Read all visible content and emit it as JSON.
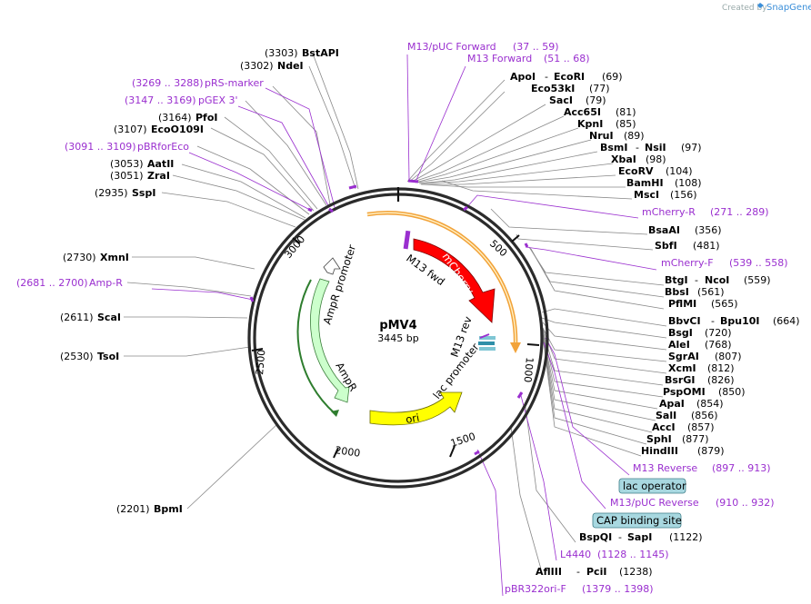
{
  "credit": {
    "prefix": "Created by",
    "brand": "SnapGene"
  },
  "plasmid": {
    "name": "pMV4",
    "length": "3445 bp"
  },
  "ticks": [
    "500",
    "1000",
    "1500",
    "2000",
    "2500",
    "3000"
  ],
  "enzymes_left": [
    {
      "pos": "(3303)",
      "name": "BstAPI"
    },
    {
      "pos": "(3302)",
      "name": "NdeI"
    },
    {
      "pos": "(3164)",
      "name": "PfoI"
    },
    {
      "pos": "(3107)",
      "name": "EcoO109I"
    },
    {
      "pos": "(3053)",
      "name": "AatII"
    },
    {
      "pos": "(3051)",
      "name": "ZraI"
    },
    {
      "pos": "(2935)",
      "name": "SspI"
    },
    {
      "pos": "(2730)",
      "name": "XmnI"
    },
    {
      "pos": "(2611)",
      "name": "ScaI"
    },
    {
      "pos": "(2530)",
      "name": "TsoI"
    },
    {
      "pos": "(2201)",
      "name": "BpmI"
    }
  ],
  "primers_left": [
    {
      "range": "(3269 .. 3288)",
      "name": "pRS-marker"
    },
    {
      "range": "(3147 .. 3169)",
      "name": "pGEX 3'"
    },
    {
      "range": "(3091 .. 3109)",
      "name": "pBRforEco"
    },
    {
      "range": "(2681 .. 2700)",
      "name": "Amp-R"
    }
  ],
  "enzymes_right": [
    {
      "name": "ApoI",
      "name2": "EcoRI",
      "pos": "(69)"
    },
    {
      "name": "Eco53kI",
      "name2": "",
      "pos": "(77)"
    },
    {
      "name": "SacI",
      "name2": "",
      "pos": "(79)"
    },
    {
      "name": "Acc65I",
      "name2": "",
      "pos": "(81)"
    },
    {
      "name": "KpnI",
      "name2": "",
      "pos": "(85)"
    },
    {
      "name": "NruI",
      "name2": "",
      "pos": "(89)"
    },
    {
      "name": "BsmI",
      "name2": "NsiI",
      "pos": "(97)"
    },
    {
      "name": "XbaI",
      "name2": "",
      "pos": "(98)"
    },
    {
      "name": "EcoRV",
      "name2": "",
      "pos": "(104)"
    },
    {
      "name": "BamHI",
      "name2": "",
      "pos": "(108)"
    },
    {
      "name": "MscI",
      "name2": "",
      "pos": "(156)"
    },
    {
      "name": "BsaAI",
      "name2": "",
      "pos": "(356)"
    },
    {
      "name": "SbfI",
      "name2": "",
      "pos": "(481)"
    },
    {
      "name": "BtgI",
      "name2": "NcoI",
      "pos": "(559)"
    },
    {
      "name": "BbsI",
      "name2": "",
      "pos": "(561)"
    },
    {
      "name": "PflMI",
      "name2": "",
      "pos": "(565)"
    },
    {
      "name": "BbvCI",
      "name2": "Bpu10I",
      "pos": "(664)"
    },
    {
      "name": "BsgI",
      "name2": "",
      "pos": "(720)"
    },
    {
      "name": "AleI",
      "name2": "",
      "pos": "(768)"
    },
    {
      "name": "SgrAI",
      "name2": "",
      "pos": "(807)"
    },
    {
      "name": "XcmI",
      "name2": "",
      "pos": "(812)"
    },
    {
      "name": "BsrGI",
      "name2": "",
      "pos": "(826)"
    },
    {
      "name": "PspOMI",
      "name2": "",
      "pos": "(850)"
    },
    {
      "name": "ApaI",
      "name2": "",
      "pos": "(854)"
    },
    {
      "name": "SalI",
      "name2": "",
      "pos": "(856)"
    },
    {
      "name": "AccI",
      "name2": "",
      "pos": "(857)"
    },
    {
      "name": "SphI",
      "name2": "",
      "pos": "(877)"
    },
    {
      "name": "HindIII",
      "name2": "",
      "pos": "(879)"
    },
    {
      "name": "BspQI",
      "name2": "SapI",
      "pos": "(1122)"
    },
    {
      "name": "AflIII",
      "name2": "PciI",
      "pos": "(1238)"
    }
  ],
  "primers_right": [
    {
      "name": "M13/pUC Forward",
      "range": "(37 .. 59)"
    },
    {
      "name": "M13 Forward",
      "range": "(51 .. 68)"
    },
    {
      "name": "mCherry-R",
      "range": "(271 .. 289)"
    },
    {
      "name": "mCherry-F",
      "range": "(539 .. 558)"
    },
    {
      "name": "M13 Reverse",
      "range": "(897 .. 913)"
    },
    {
      "name": "M13/pUC Reverse",
      "range": "(910 .. 932)"
    },
    {
      "name": "L4440",
      "range": "(1128 .. 1145)"
    },
    {
      "name": "pBR322ori-F",
      "range": "(1379 .. 1398)"
    }
  ],
  "boxed_features": [
    "lac operator",
    "CAP binding site"
  ],
  "features": {
    "mcherry": "mCherry",
    "m13fwd": "M13 fwd",
    "m13rev": "M13 rev",
    "lac_promoter": "lac promoter",
    "ori": "ori",
    "ampr": "AmpR",
    "ampr_promoter": "AmpR promoter"
  },
  "colors": {
    "mcherry": "#ff0000",
    "ori": "#ffff00",
    "ampr": "#ccffcc",
    "ampr_dark": "#2e7d2e",
    "orange_arc": "#f2a33a",
    "primer": "#9a2fcf",
    "box_fill": "#a8d8e0"
  }
}
